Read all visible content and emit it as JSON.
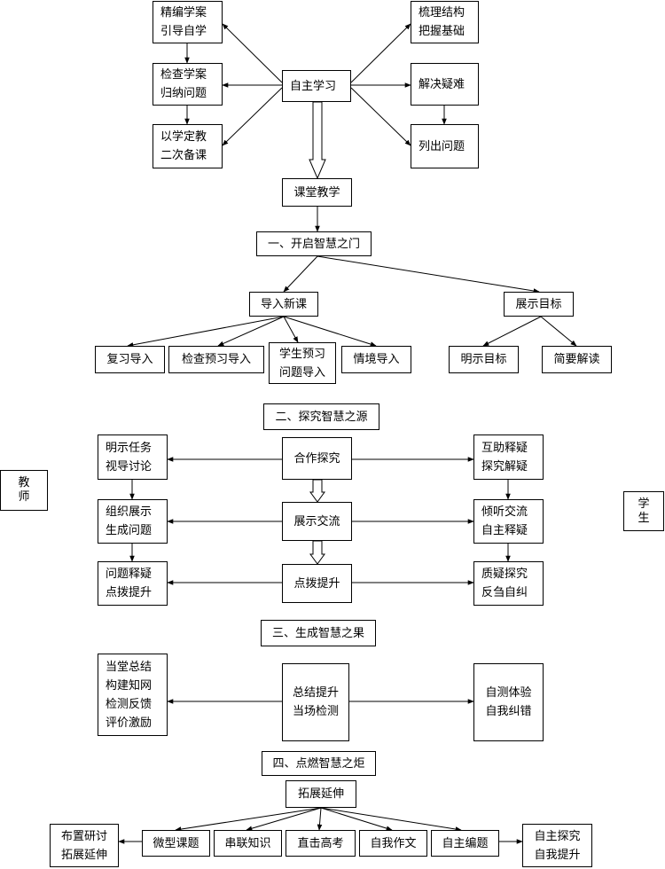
{
  "diagram": {
    "nodes": {
      "n_jingbian": "精编学案\n引导自学",
      "n_jiancha_xuean": "检查学案\n归纳问题",
      "n_yixue": "以学定教\n二次备课",
      "n_zizhu": "自主学习",
      "n_shuli": "梳理结构\n把握基础",
      "n_jiejue": "解决疑难",
      "n_liechu": "列出问题",
      "n_ketang": "课堂教学",
      "n_kaiqi": "一、开启智慧之门",
      "n_daoru_xinke": "导入新课",
      "n_zhanshi_mubiao": "展示目标",
      "n_fuxi": "复习导入",
      "n_jiancha_yuxi": "检查预习导入",
      "n_xuesheng_yuxi": "学生预习\n问题导入",
      "n_qingjing": "情境导入",
      "n_mingshi_mubiao": "明示目标",
      "n_jianyao": "简要解读",
      "n_tanjiu": "二、探究智慧之源",
      "n_mingshi_renwu": "明示任务\n视导讨论",
      "n_hezuo": "合作探究",
      "n_huzhu": "互助释疑\n探究解疑",
      "n_zuzhi": "组织展示\n生成问题",
      "n_zhanshi_jiaoliu": "展示交流",
      "n_qingting": "倾听交流\n自主释疑",
      "n_wenti_shiyi": "问题释疑\n点拨提升",
      "n_dianbo": "点拨提升",
      "n_zhiyi": "质疑探究\n反刍自纠",
      "n_shengcheng": "三、生成智慧之果",
      "n_dangtang": "当堂总结\n构建知网\n检测反馈\n评价激励",
      "n_zongjie": "总结提升\n当场检测",
      "n_zice": "自测体验\n自我纠错",
      "n_dianran": "四、点燃智慧之炬",
      "n_tuozhan": "拓展延伸",
      "n_buzhi": "布置研讨\n拓展延伸",
      "n_weixing": "微型课题",
      "n_chuanlian": "串联知识",
      "n_zhiji": "直击高考",
      "n_ziwo_zuowen": "自我作文",
      "n_zizhu_bianti": "自主编题",
      "n_zizhu_tanjiu": "自主探究\n自我提升",
      "n_jiaoshi": "教师",
      "n_xuesheng": "学生"
    }
  }
}
